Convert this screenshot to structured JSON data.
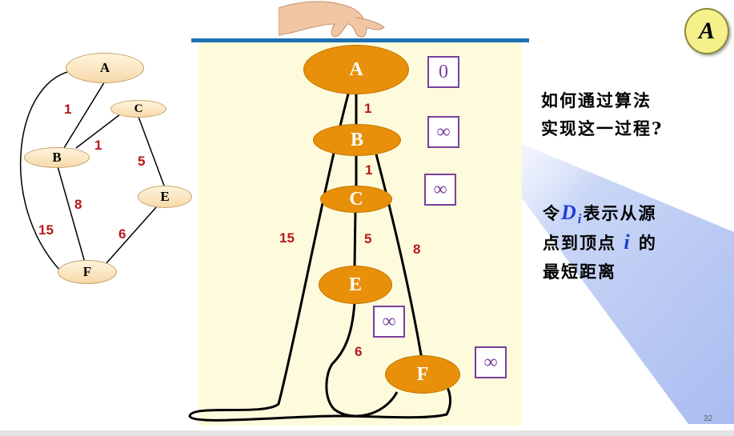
{
  "badge": "A",
  "page_number": "32",
  "small_graph": {
    "nodes": [
      "A",
      "C",
      "B",
      "E",
      "F"
    ],
    "weights": {
      "AB": "1",
      "BC": "1",
      "CE": "5",
      "BF": "8",
      "AF": "15",
      "EF": "6"
    }
  },
  "big_graph": {
    "nodes": [
      "A",
      "B",
      "C",
      "E",
      "F"
    ],
    "weights": {
      "AB": "1",
      "BC": "1",
      "AF": "15",
      "CE": "5",
      "BF": "8",
      "EF": "6"
    },
    "distances": {
      "A": "0",
      "B": "∞",
      "C": "∞",
      "E": "∞",
      "F": "∞"
    }
  },
  "text": {
    "question_line1": "如何通过算法",
    "question_line2": "实现这一过程?",
    "def_prefix": "令",
    "def_D": "D",
    "def_sub": "i",
    "def_mid": "表示从源",
    "def_line2_a": "点到顶点",
    "def_i": "i",
    "def_line2_b": "的",
    "def_line3": "最短距离"
  },
  "colors": {
    "node_fill": "#e8900a",
    "weight_label": "#b8171b",
    "distance_box": "#7a3f9d",
    "rail": "#1f6fb2",
    "math": "#1f3fd6"
  }
}
